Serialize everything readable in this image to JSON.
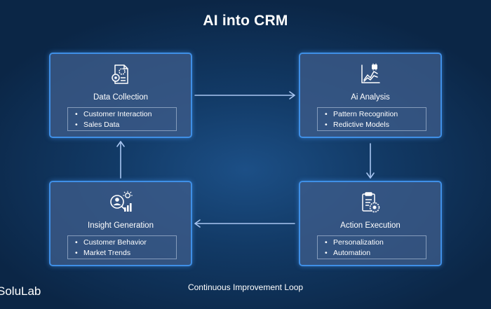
{
  "header": {
    "title": "AI into CRM"
  },
  "cards": [
    {
      "id": "data-collection",
      "title": "Data Collection",
      "icon": "document-gear-icon",
      "items": [
        "Customer Interaction",
        "Sales Data"
      ]
    },
    {
      "id": "ai-analysis",
      "title": "Ai Analysis",
      "icon": "chart-brain-icon",
      "items": [
        "Pattern Recognition",
        "Redictive Models"
      ]
    },
    {
      "id": "action-execution",
      "title": "Action Execution",
      "icon": "clipboard-gear-icon",
      "items": [
        "Personalization",
        "Automation"
      ]
    },
    {
      "id": "insight-generation",
      "title": "Insight Generation",
      "icon": "user-insight-icon",
      "items": [
        "Customer Behavior",
        "Market Trends"
      ]
    }
  ],
  "footer": {
    "caption": "Continuous Improvement Loop"
  },
  "brand": {
    "logo_text": "SoluLab"
  },
  "colors": {
    "card_border": "#3f8fe6",
    "arrow": "#a9c6f2",
    "background": "#123a66"
  }
}
